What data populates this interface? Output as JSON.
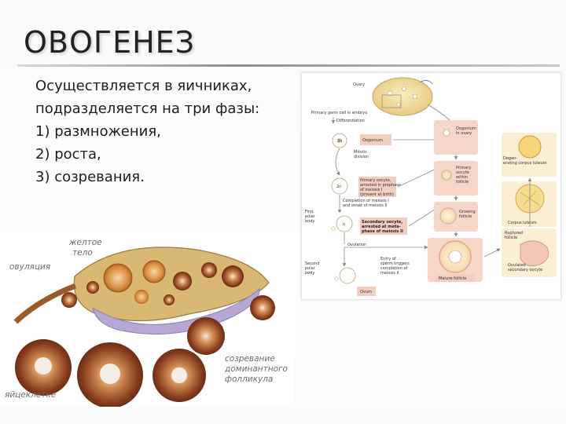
{
  "slide": {
    "title": "ОВОГЕНЕЗ",
    "body_lines": [
      "Осуществляется в яичниках,",
      "подразделяется на три фазы:",
      "1) размножения,",
      "2) роста,",
      "3) созревания."
    ]
  },
  "left_figure": {
    "labels": {
      "ovulation": "овуляция",
      "corpus_luteum_1": "желтое",
      "corpus_luteum_2": "тело",
      "maturation_1": "созревание",
      "maturation_2": "доминантного",
      "maturation_3": "фолликула",
      "egg_cell": "яйцеклетке"
    },
    "colors": {
      "follicle_brown": "#7a3b1e",
      "follicle_orange": "#c9772f",
      "stroma_purple": "#b7a7d4",
      "ovary_tan": "#d9b873"
    }
  },
  "right_figure": {
    "labels": {
      "ovary": "Ovary",
      "primary_germ_cell": "Primary germ cell in embryo",
      "differentiation": "Differentiation",
      "oogonium": "Oogonium",
      "mitotic_1": "Mitotic",
      "mitotic_2": "division",
      "primary_oocyte_1": "Primary oocyte,",
      "primary_oocyte_2": "arrested in prophase",
      "primary_oocyte_3": "of meiosis I",
      "primary_oocyte_4": "(present at birth)",
      "completion_1": "Completion of meiosis I",
      "completion_2": "and onset of meiosis II",
      "first_polar_1": "First",
      "first_polar_2": "polar",
      "first_polar_3": "body",
      "secondary_1": "Secondary oocyte,",
      "secondary_2": "arrested at meta-",
      "secondary_3": "phase of meiosis II",
      "ovulation": "Ovulation",
      "second_polar_1": "Second",
      "second_polar_2": "polar",
      "second_polar_3": "body",
      "entry_1": "Entry of",
      "entry_2": "sperm triggers",
      "entry_3": "completion of",
      "entry_4": "meiosis II",
      "ovum": "Ovum",
      "oogonium_in_ovary_1": "Oogonium",
      "oogonium_in_ovary_2": "in ovary",
      "primary_within_1": "Primary",
      "primary_within_2": "oocyte",
      "primary_within_3": "within",
      "primary_within_4": "follicle",
      "growing_1": "Growing",
      "growing_2": "follicle",
      "mature_follicle": "Mature follicle",
      "degenerating_1": "Degen-",
      "degenerating_2": "erating corpus luteum",
      "corpus_luteum": "Corpus luteum",
      "ruptured_1": "Ruptured",
      "ruptured_2": "follicle",
      "ovulated_1": "Ovulated",
      "ovulated_2": "secondary oocyte",
      "n2": "2n",
      "n2b": "2n",
      "n1": "n"
    },
    "colors": {
      "box_pink": "#f3cdbf",
      "arrow_gray": "#9a9a9a",
      "ovary_yellow": "#f2dca0"
    }
  }
}
